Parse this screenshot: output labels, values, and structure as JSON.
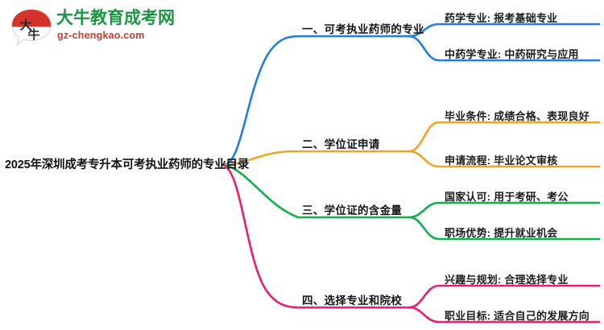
{
  "logo": {
    "name_cn": "大牛教育成考网",
    "domain": "gz-chengkao.com",
    "mark_text": "大牛",
    "colors": {
      "name_green": "#1a9641",
      "domain_red": "#cf3a2a",
      "mark_red": "#d6322a"
    }
  },
  "mindmap": {
    "center": {
      "label": "2025年深圳成考专升本可考执业药师的专业目录"
    },
    "branches": [
      {
        "index": "1",
        "label": "一、可考执业药师的专业",
        "color": "#1f7fe0",
        "leaves": [
          {
            "label": "药学专业: 报考基础专业"
          },
          {
            "label": "中药学专业: 中药研究与应用"
          }
        ]
      },
      {
        "index": "2",
        "label": "二、学位证申请",
        "color": "#efa426",
        "leaves": [
          {
            "label": "毕业条件: 成绩合格、表现良好"
          },
          {
            "label": "申请流程: 毕业论文审核"
          }
        ]
      },
      {
        "index": "3",
        "label": "三、学位证的含金量",
        "color": "#0fb14b",
        "leaves": [
          {
            "label": "国家认可: 用于考研、考公"
          },
          {
            "label": "职场优势: 提升就业机会"
          }
        ]
      },
      {
        "index": "4",
        "label": "四、选择专业和院校",
        "color": "#ec1d6e",
        "leaves": [
          {
            "label": "兴趣与规划: 合理选择专业"
          },
          {
            "label": "职业目标: 适合自己的发展方向"
          }
        ]
      }
    ]
  }
}
